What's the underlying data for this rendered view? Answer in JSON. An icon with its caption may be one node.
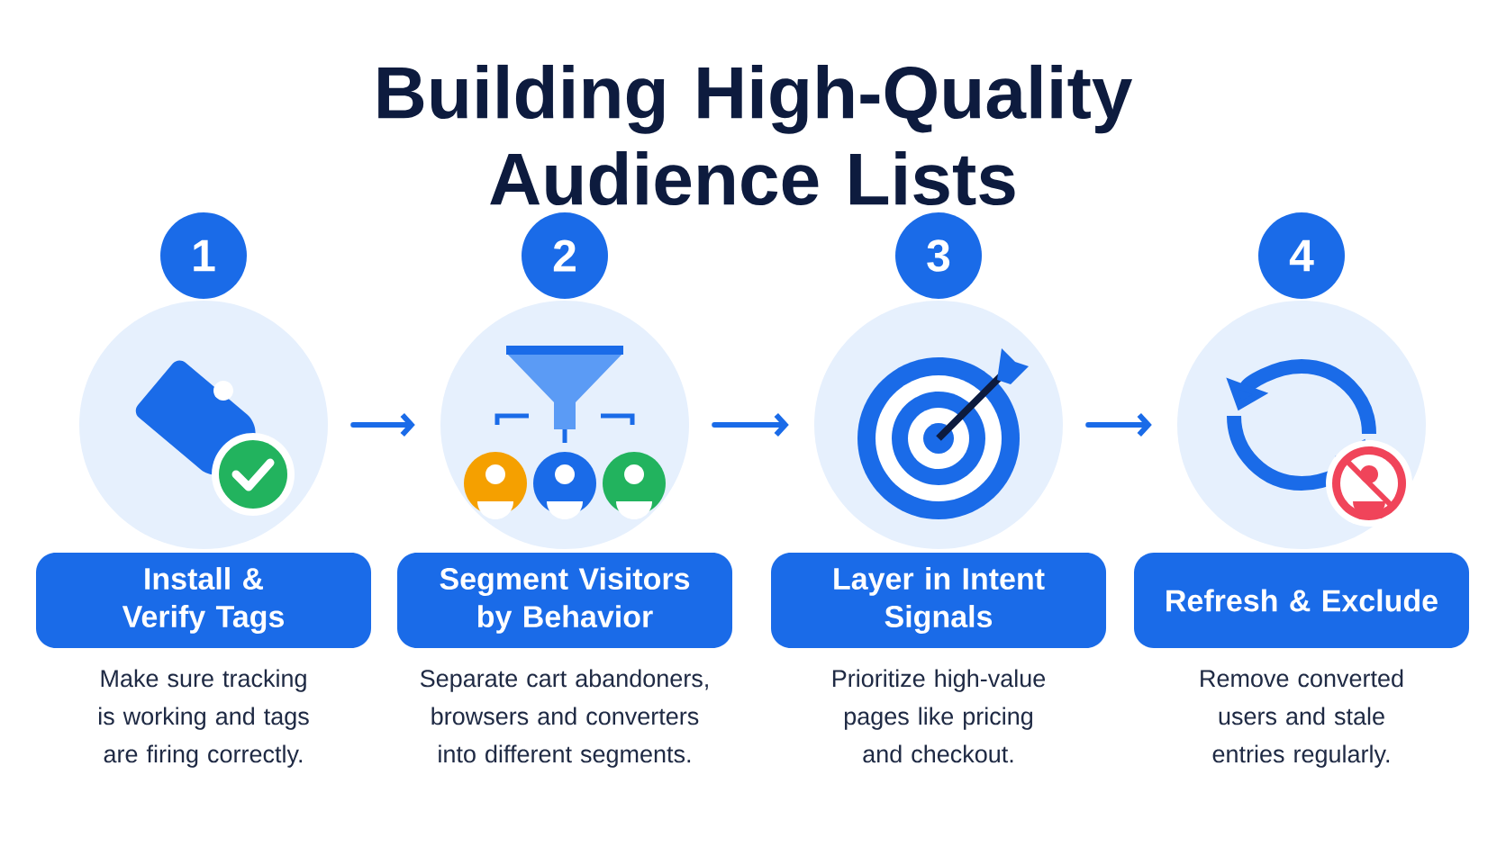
{
  "diagram": {
    "title": "Building High-Quality Audience Lists",
    "nodes": [
      {
        "text": [
          "1"
        ]
      },
      {
        "text": [],
        "shape": "circle"
      },
      {
        "text": [
          "Install & Verify Tags"
        ],
        "beside": [
          "Make sure tracking is working and tags are firing correctly."
        ]
      },
      {
        "text": [
          "2"
        ]
      },
      {
        "text": [],
        "shape": "circle"
      },
      {
        "text": [
          "Segment Visitors by Behavior"
        ],
        "beside": [
          "Separate cart abandoners, browsers and converters into different segments."
        ]
      },
      {
        "text": [
          "3"
        ]
      },
      {
        "text": [],
        "shape": "circle"
      },
      {
        "text": [
          "Layer in Intent Signals"
        ],
        "beside": [
          "Prioritize high-value pages like pricing and checkout."
        ]
      },
      {
        "text": [
          "4"
        ]
      },
      {
        "text": [],
        "shape": "circle"
      },
      {
        "text": [
          "Refresh & Exclude"
        ],
        "beside": [
          "Remove converted users and stale entries regularly."
        ]
      }
    ],
    "edges": [
      {
        "from": 1,
        "to": 4,
        "arrow": "to"
      },
      {
        "from": 4,
        "to": 7,
        "arrow": "to"
      },
      {
        "from": 7,
        "to": 10,
        "arrow": "to"
      }
    ]
  }
}
